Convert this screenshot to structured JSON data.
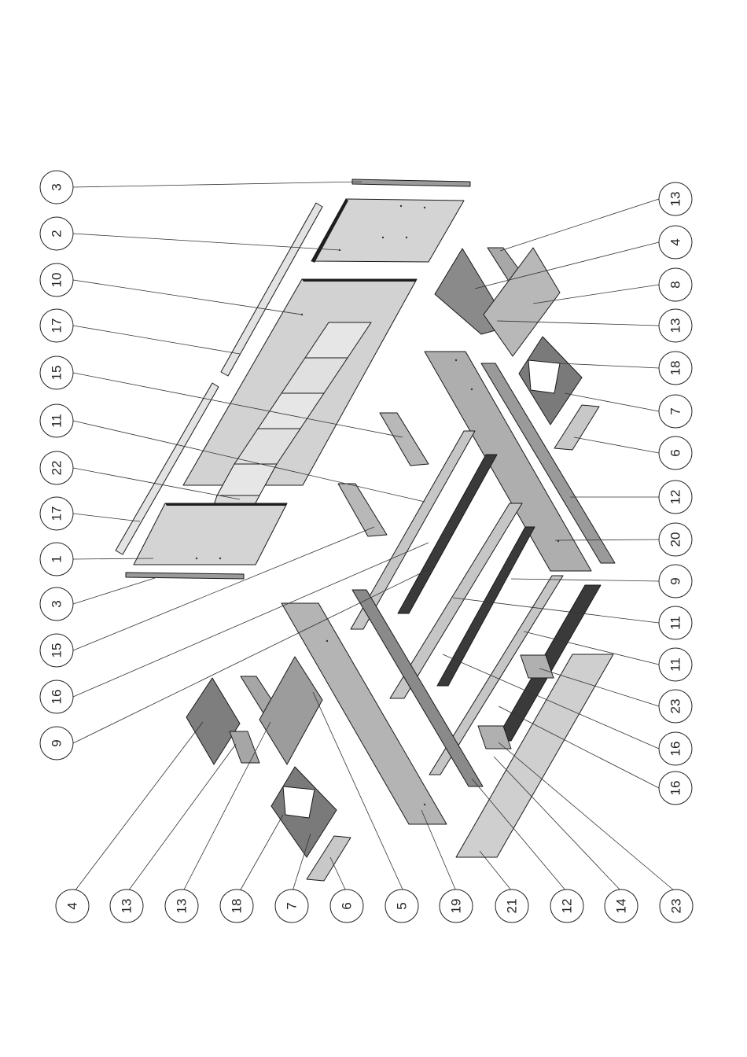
{
  "callouts": {
    "left": [
      "3",
      "2",
      "10",
      "17",
      "15",
      "11",
      "22",
      "17",
      "1",
      "3",
      "15",
      "16",
      "9"
    ],
    "right": [
      "13",
      "4",
      "8",
      "13",
      "18",
      "7",
      "6",
      "12",
      "20",
      "9",
      "11",
      "11",
      "23",
      "16",
      "16"
    ],
    "bottom": [
      "4",
      "13",
      "13",
      "18",
      "7",
      "6",
      "5",
      "19",
      "21",
      "12",
      "14",
      "23"
    ]
  },
  "colors": {
    "light": "#d6d6d6",
    "mid": "#bdbdbd",
    "dark": "#8f8f8f",
    "stroke": "#1a1a1a"
  }
}
